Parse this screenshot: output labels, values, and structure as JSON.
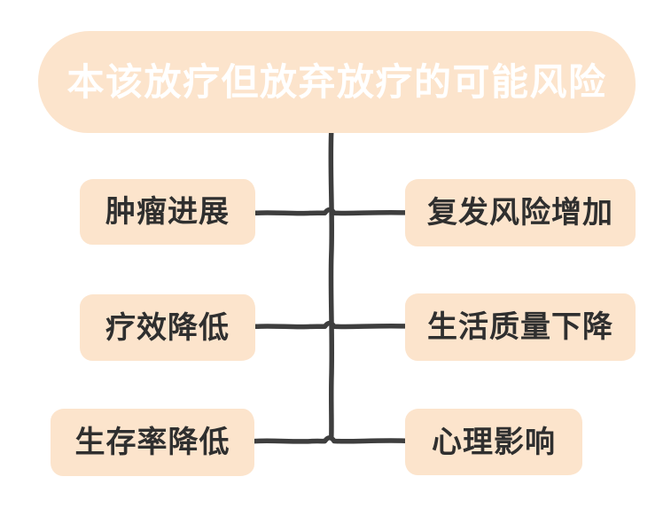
{
  "diagram": {
    "title": "本该放疗但放弃放疗的可能风险",
    "branches": {
      "left": [
        "肿瘤进展",
        "疗效降低",
        "生存率降低"
      ],
      "right": [
        "复发风险增加",
        "生活质量下降",
        "心理影响"
      ]
    }
  },
  "colors": {
    "background": "#ffffff",
    "node_fill": "#fce4cc",
    "title_text": "#ffffff",
    "node_text": "#2f2f2f",
    "connector": "#3e3e3e"
  }
}
